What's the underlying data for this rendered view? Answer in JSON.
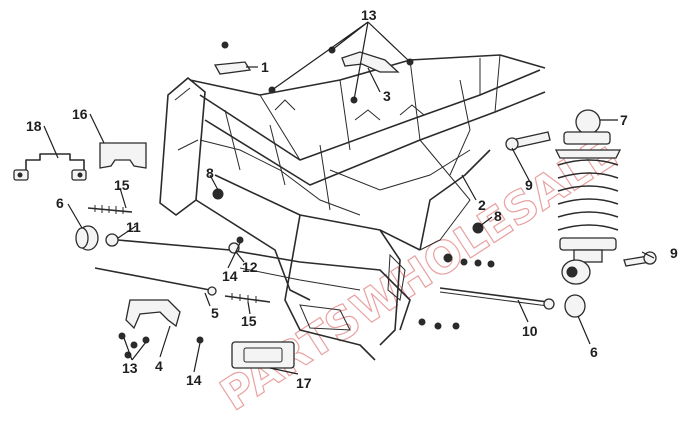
{
  "watermark": "PARTSWHOLESALE",
  "callouts": {
    "c1": "1",
    "c2": "2",
    "c3": "3",
    "c4": "4",
    "c5": "5",
    "c6a": "6",
    "c6b": "6",
    "c7": "7",
    "c8a": "8",
    "c8b": "8",
    "c9a": "9",
    "c9b": "9",
    "c10": "10",
    "c11": "11",
    "c12": "12",
    "c13a": "13",
    "c13b": "13",
    "c14a": "14",
    "c14b": "14",
    "c15a": "15",
    "c15b": "15",
    "c16": "16",
    "c17": "17",
    "c18": "18"
  },
  "colors": {
    "line": "#1f1f1f",
    "watermark": "#e38a8a"
  }
}
